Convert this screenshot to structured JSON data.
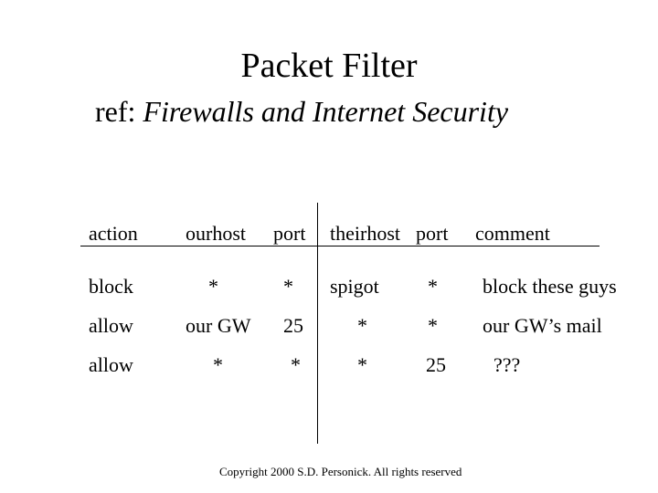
{
  "slide": {
    "title": "Packet Filter",
    "subtitle_prefix": "ref: ",
    "subtitle_book": "Firewalls and Internet Security"
  },
  "table": {
    "headers": {
      "action": "action",
      "ourhost": "ourhost",
      "ourport": "port",
      "theirhost": "theirhost",
      "theirport": "port",
      "comment": "comment"
    },
    "rows": [
      {
        "action": "block",
        "ourhost": "*",
        "ourport": "*",
        "theirhost": "spigot",
        "theirport": "*",
        "comment": "block these guys"
      },
      {
        "action": "allow",
        "ourhost": "our GW",
        "ourport": "25",
        "theirhost": "*",
        "theirport": "*",
        "comment": "our GW’s mail"
      },
      {
        "action": "allow",
        "ourhost": "*",
        "ourport": "*",
        "theirhost": "*",
        "theirport": "25",
        "comment": "???"
      }
    ]
  },
  "footer": {
    "copyright": "Copyright 2000 S.D. Personick. All rights reserved"
  }
}
